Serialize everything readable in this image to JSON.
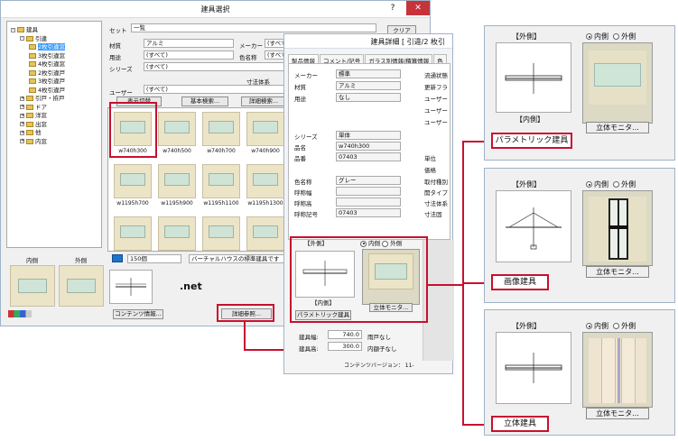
{
  "main_window": {
    "title": "建具選択",
    "help_btn": "?",
    "close_btn": "✕",
    "clear_btn": "クリア",
    "set_label": "セット",
    "set_value": "一覧",
    "filters": {
      "material_label": "材質",
      "material_value": "アルミ",
      "maker_label": "メーカー",
      "maker_value": "(すべて)",
      "use_label": "用途",
      "use_value": "(すべて)",
      "color_label": "色名称",
      "color_value": "(すべて)",
      "series_label": "シリーズ",
      "series_value": "(すべて)",
      "size_label": "寸法体系",
      "user_label": "ユーザー",
      "user_value": "(すべて)"
    },
    "buttons": {
      "display_switch": "表示切替",
      "basic_search": "基本検索...",
      "detail_search": "詳細検索...",
      "content_info": "コンテンツ情報...",
      "detail_ref": "詳細参照...",
      "net": ".net"
    },
    "count": "150個",
    "status_text": "バーチャルハウスの標準建具です",
    "inside_label": "内側",
    "outside_label": "外側",
    "tree": [
      {
        "label": "建具",
        "level": 0
      },
      {
        "label": "引違",
        "level": 1
      },
      {
        "label": "2枚引違窓",
        "level": 2,
        "selected": true
      },
      {
        "label": "3枚引違窓",
        "level": 2
      },
      {
        "label": "4枚引違窓",
        "level": 2
      },
      {
        "label": "2枚引違戸",
        "level": 2
      },
      {
        "label": "3枚引違戸",
        "level": 2
      },
      {
        "label": "4枚引違戸",
        "level": 2
      },
      {
        "label": "引戸・拵戸",
        "level": 1
      },
      {
        "label": "ドア",
        "level": 1
      },
      {
        "label": "洋窓",
        "level": 1
      },
      {
        "label": "出窓",
        "level": 1
      },
      {
        "label": "他",
        "level": 1
      },
      {
        "label": "内窓",
        "level": 1
      }
    ],
    "thumbnails": [
      {
        "caption": "w740h300",
        "tall": false
      },
      {
        "caption": "w740h500",
        "tall": false
      },
      {
        "caption": "w740h700",
        "tall": false
      },
      {
        "caption": "w740h900",
        "tall": false
      },
      {
        "caption": "w1195h700",
        "tall": false
      },
      {
        "caption": "w1195h900",
        "tall": false
      },
      {
        "caption": "w1195h1100",
        "tall": false
      },
      {
        "caption": "w1195h1300",
        "tall": false
      },
      {
        "caption": "",
        "tall": false
      },
      {
        "caption": "",
        "tall": false
      },
      {
        "caption": "",
        "tall": false
      },
      {
        "caption": "",
        "tall": false
      }
    ]
  },
  "detail_window": {
    "title": "建具詳細 [ 引違/2 枚引",
    "tabs": [
      "製品情報",
      "コメント/記号",
      "ガラス別情報/積算情報",
      "色"
    ],
    "rows": [
      {
        "label": "メーカー",
        "value": "標準"
      },
      {
        "label": "材質",
        "value": "アルミ"
      },
      {
        "label": "用途",
        "value": "なし"
      },
      {
        "label": "シリーズ",
        "value": "単体"
      },
      {
        "label": "品名",
        "value": "w740h300"
      },
      {
        "label": "品番",
        "value": "07403"
      },
      {
        "label": "色名称",
        "value": "グレー"
      },
      {
        "label": "呼称幅",
        "value": ""
      },
      {
        "label": "呼称高",
        "value": ""
      },
      {
        "label": "呼称記号",
        "value": "07403"
      }
    ],
    "right_labels": [
      "流通状態",
      "更新フラ",
      "ユーザー",
      "ユーザー",
      "ユーザー",
      "単位",
      "価格",
      "取付種別",
      "開タイプ",
      "寸法体系",
      "寸法固"
    ],
    "outside_label": "【外側】",
    "inside_label": "【内側】",
    "radio_in": "内側",
    "radio_out": "外側",
    "param_btn": "パラメトリック建具",
    "monitor_btn": "立体モニタ...",
    "width_label": "建具幅:",
    "width_value": "740.0",
    "width_note": "雨戸なし",
    "height_label": "建具高:",
    "height_value": "300.0",
    "height_note": "内額子なし",
    "version": "コンテンツバージョン： 11-"
  },
  "callouts": [
    {
      "outside": "【外側】",
      "inside": "【内側】",
      "radio_in": "内側",
      "radio_out": "外側",
      "label": "パラメトリック建具",
      "monitor": "立体モニタ..."
    },
    {
      "outside": "【外側】",
      "inside": "",
      "radio_in": "内側",
      "radio_out": "外側",
      "label": "画像建具",
      "monitor": "立体モニタ..."
    },
    {
      "outside": "【外側】",
      "inside": "",
      "radio_in": "内側",
      "radio_out": "外側",
      "label": "立体建具",
      "monitor": "立体モニタ..."
    }
  ],
  "colors": {
    "accent_red": "#c8102e",
    "close_red": "#c7333b"
  }
}
